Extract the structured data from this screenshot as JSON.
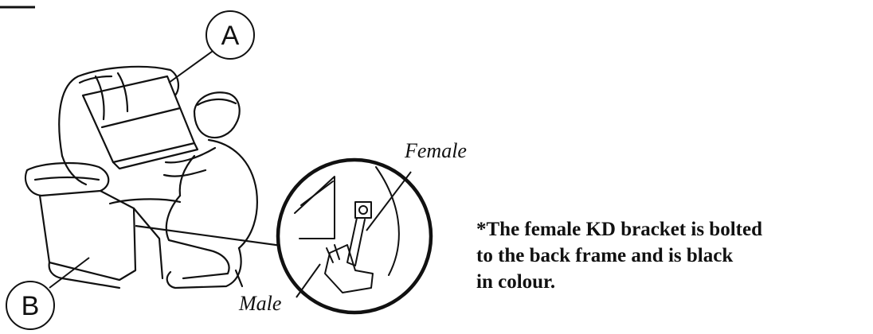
{
  "callouts": {
    "a_label": "A",
    "b_label": "B"
  },
  "detail": {
    "female_label": "Female",
    "male_label": "Male"
  },
  "note": {
    "lines": [
      "*The female KD bracket is bolted",
      "to the back frame and is black",
      "in colour."
    ]
  },
  "colors": {
    "ink": "#111111",
    "background": "#ffffff"
  }
}
